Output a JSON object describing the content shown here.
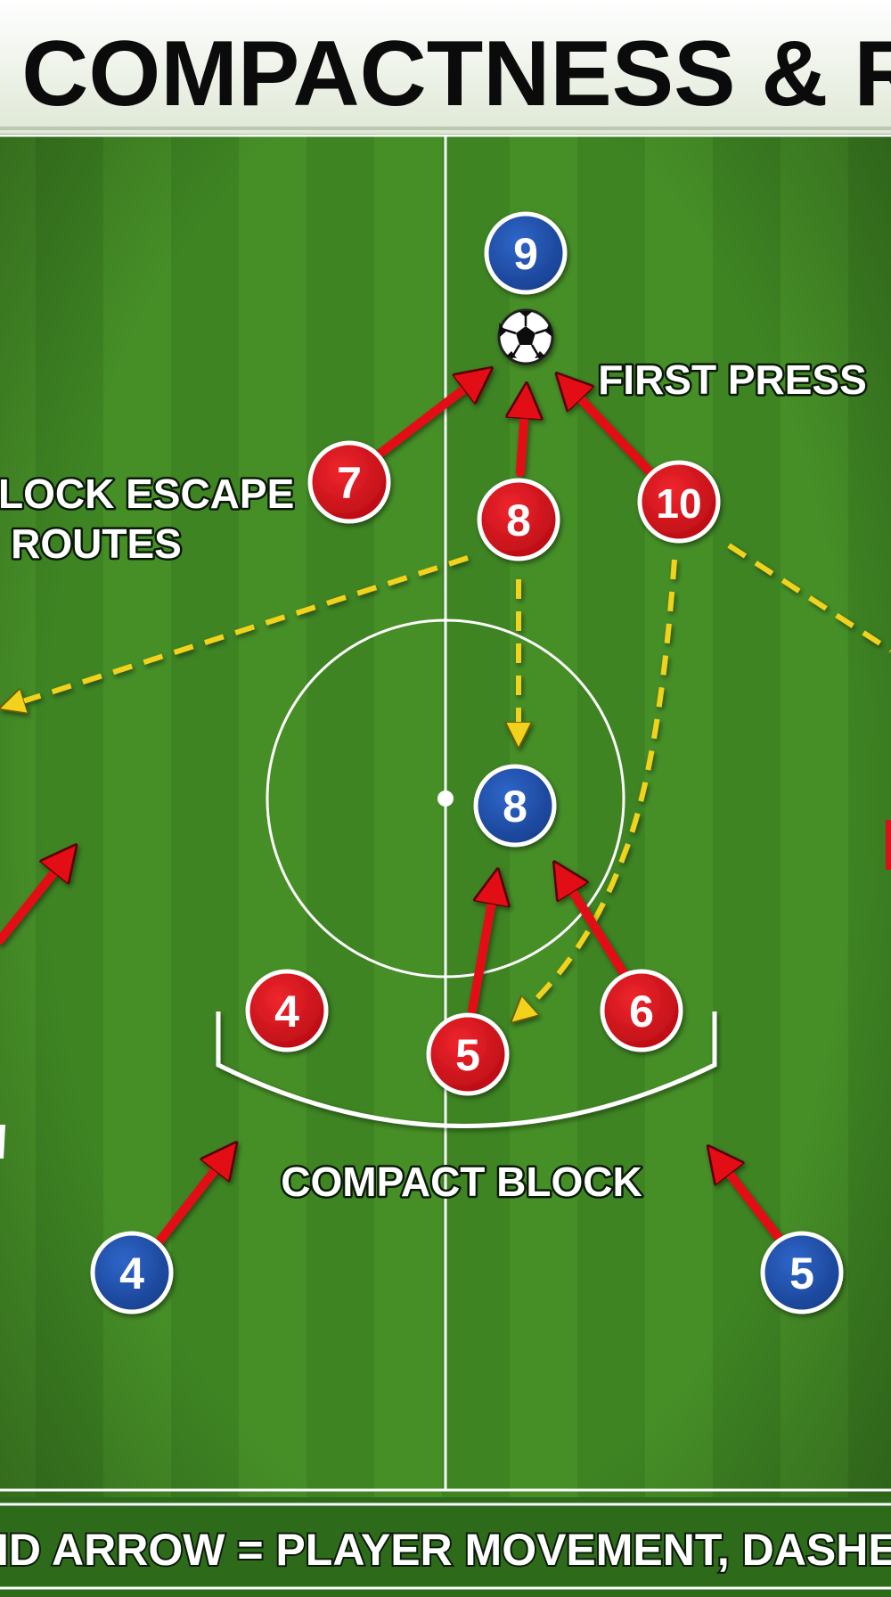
{
  "title": "SS: COMPACTNESS & REC",
  "legend": "ID ARROW = PLAYER MOVEMENT, DASHED ARROW = BALL",
  "labels": {
    "first_press": "FIRST PRESS",
    "block_escape_line1": "LOCK ESCAPE",
    "block_escape_line2": "ROUTES",
    "compact_block": "COMPACT BLOCK"
  },
  "players": {
    "red": [
      "7",
      "8",
      "10",
      "4",
      "5",
      "6"
    ],
    "blue": [
      "9",
      "8",
      "4",
      "5"
    ]
  },
  "colors": {
    "red_team": "#d8121b",
    "blue_team": "#1f4fa8",
    "solid_arrow": "#e30d12",
    "dashed_arrow": "#f2d21b",
    "pitch_light": "#4f9a2c",
    "pitch_dark": "#3f8423"
  },
  "icons": {
    "ball": "soccer-ball-icon"
  }
}
